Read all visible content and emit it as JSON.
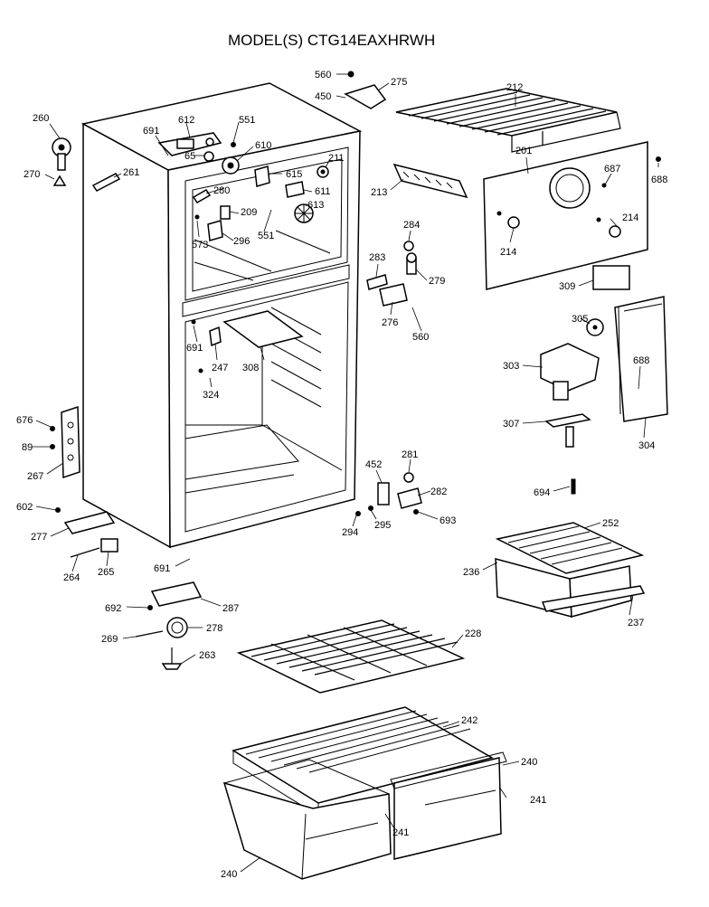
{
  "title": "MODEL(S) CTG14EAXHRWH",
  "labels": {
    "l560a": "560",
    "l275": "275",
    "l450": "450",
    "l212": "212",
    "l260": "260",
    "l612": "612",
    "l691a": "691",
    "l551a": "551",
    "l610": "610",
    "l270": "270",
    "l261": "261",
    "l65": "65",
    "l211": "211",
    "l615": "615",
    "l201": "201",
    "l687": "687",
    "l688a": "688",
    "l213": "213",
    "l280": "280",
    "l611": "611",
    "l209": "209",
    "l613": "613",
    "l573": "573",
    "l296": "296",
    "l551b": "551",
    "l284": "284",
    "l214a": "214",
    "l214b": "214",
    "l283": "283",
    "l279": "279",
    "l309": "309",
    "l276": "276",
    "l691b": "691",
    "l560b": "560",
    "l305": "305",
    "l247": "247",
    "l308": "308",
    "l303": "303",
    "l688b": "688",
    "l324": "324",
    "l307": "307",
    "l304": "304",
    "l676": "676",
    "l89": "89",
    "l267": "267",
    "l452": "452",
    "l281": "281",
    "l282": "282",
    "l694": "694",
    "l602": "602",
    "l693": "693",
    "l294": "294",
    "l295": "295",
    "l277": "277",
    "l252": "252",
    "l264": "264",
    "l265": "265",
    "l691c": "691",
    "l236": "236",
    "l237": "237",
    "l692": "692",
    "l287": "287",
    "l269": "269",
    "l278": "278",
    "l228": "228",
    "l263": "263",
    "l242": "242",
    "l240a": "240",
    "l241a": "241",
    "l241b": "241",
    "l240b": "240"
  }
}
